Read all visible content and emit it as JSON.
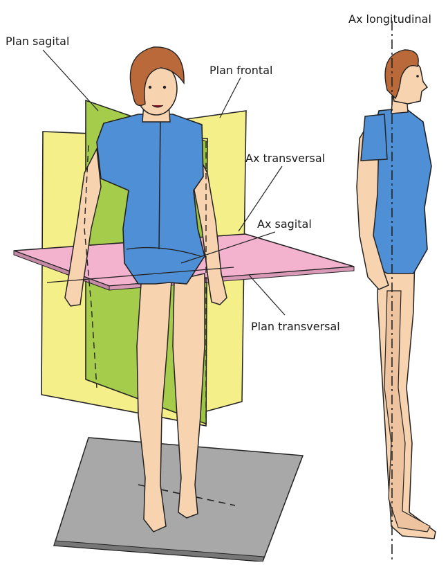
{
  "labels": {
    "plan_sagital": "Plan sagital",
    "plan_frontal": "Plan frontal",
    "ax_transversal": "Ax transversal",
    "ax_sagital": "Ax sagital",
    "plan_transversal": "Plan transversal",
    "ax_longitudinal": "Ax longitudinal"
  },
  "colors": {
    "frontal_plane": "#f5ef8a",
    "sagittal_plane": "#a5cc4a",
    "transverse_plane": "#f3b3cf",
    "garment": "#4f8fd6",
    "skin": "#f8d3b0",
    "hair": "#b9693a",
    "floor": "#a7a7a7"
  }
}
